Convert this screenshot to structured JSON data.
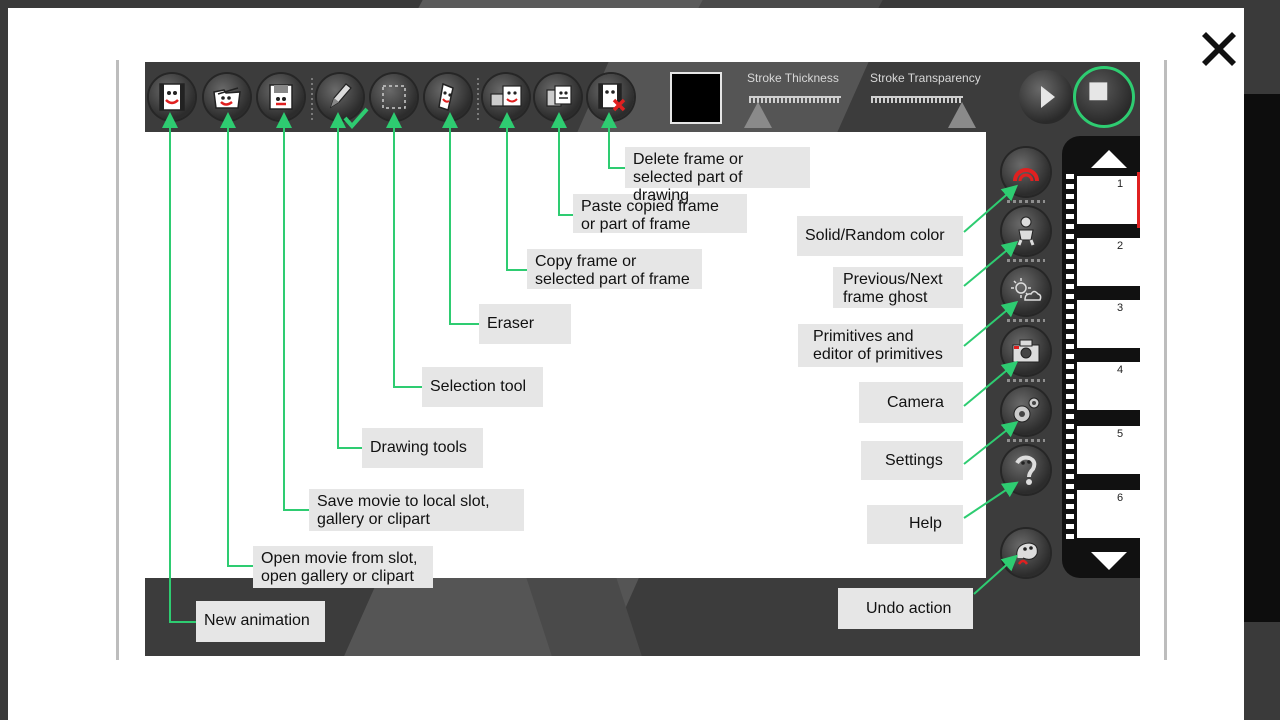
{
  "overlay": {
    "close_icon": "close-x-icon"
  },
  "toolbar": {
    "tools": [
      {
        "name": "new-animation",
        "icon": "film-new-icon"
      },
      {
        "name": "open-movie",
        "icon": "film-open-icon"
      },
      {
        "name": "save-movie",
        "icon": "save-disk-icon"
      },
      {
        "name": "drawing-tools",
        "icon": "pencil-icon"
      },
      {
        "name": "selection-tool",
        "icon": "dashed-square-icon"
      },
      {
        "name": "eraser",
        "icon": "eraser-icon"
      },
      {
        "name": "copy-frame",
        "icon": "film-copy-icon"
      },
      {
        "name": "paste-frame",
        "icon": "film-paste-icon"
      },
      {
        "name": "delete-frame",
        "icon": "film-delete-icon"
      }
    ],
    "stroke_color": "#000000",
    "stroke_thickness_label": "Stroke Thickness",
    "stroke_transparency_label": "Stroke Transparency"
  },
  "filmstrip": {
    "frames": [
      "1",
      "2",
      "3",
      "4",
      "5",
      "6"
    ],
    "active_frame": "1"
  },
  "callouts": {
    "new_animation": "New animation",
    "open_movie": "Open movie from slot,\nopen gallery or clipart",
    "save_movie": "Save movie to local slot,\ngallery or clipart",
    "drawing_tools": "Drawing tools",
    "selection_tool": "Selection tool",
    "eraser": "Eraser",
    "copy_frame": "Copy frame or\nselected part of frame",
    "paste_frame": "Paste copied frame\nor part of frame",
    "delete_frame": "Delete frame or\nselected part of drawing",
    "solid_random_color": "Solid/Random color",
    "frame_ghost": "Previous/Next\nframe ghost",
    "primitives": "Primitives and\neditor of primitives",
    "camera": "Camera",
    "settings": "Settings",
    "help": "Help",
    "undo": "Undo action"
  },
  "colors": {
    "accent": "#2ecc71",
    "callout_bg": "#e6e6e6",
    "delete_mark": "#e02020"
  }
}
